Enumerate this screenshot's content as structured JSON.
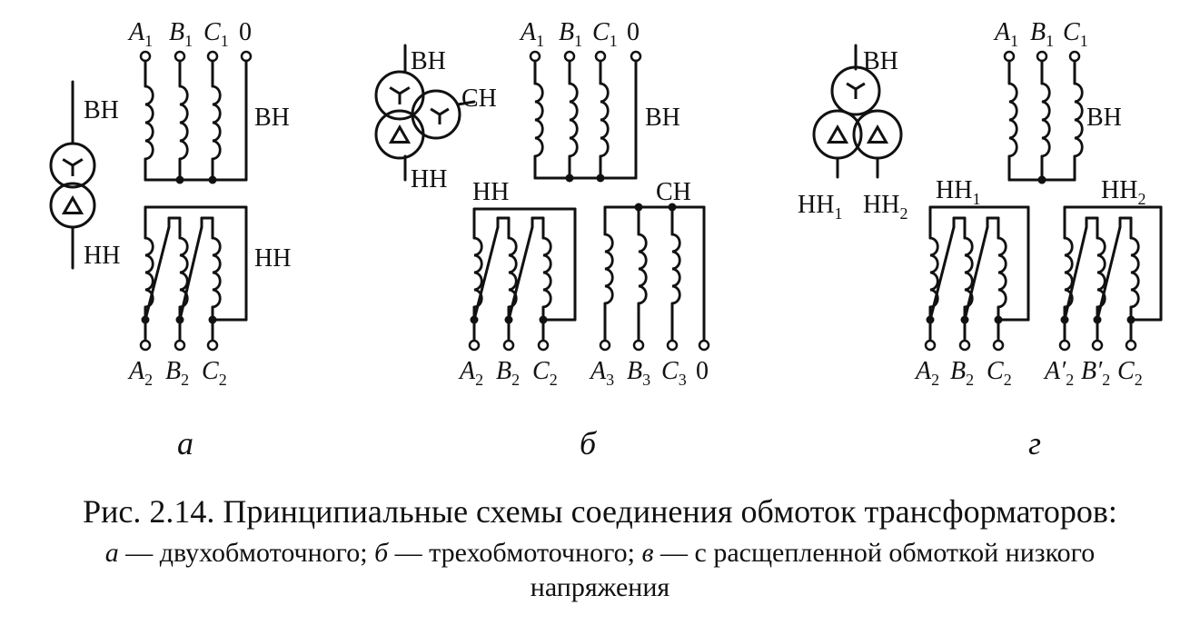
{
  "labels": {
    "hv": "ВН",
    "mv": "СН",
    "lv": "НН",
    "lv1": "НН",
    "lv2": "НН",
    "sub_1": "1",
    "sub_2": "2",
    "sub_3": "3",
    "zero": "0"
  },
  "phases": {
    "a": "A",
    "b": "B",
    "c": "C",
    "a_prime": "A′",
    "b_prime": "B′"
  },
  "panels": {
    "a": "а",
    "b": "б",
    "g": "г"
  },
  "caption": {
    "main": "Рис. 2.14. Принципиальные схемы соединения обмоток трансформаторов:",
    "part1_letter": "а",
    "part1_text": " — двухобмоточного; ",
    "part2_letter": "б",
    "part2_text": " — трехобмоточного; ",
    "part3_letter": "в",
    "part3_text": " — с расщепленной обмоткой низкого напряжения"
  },
  "colors": {
    "ink": "#111111",
    "background": "#ffffff"
  }
}
